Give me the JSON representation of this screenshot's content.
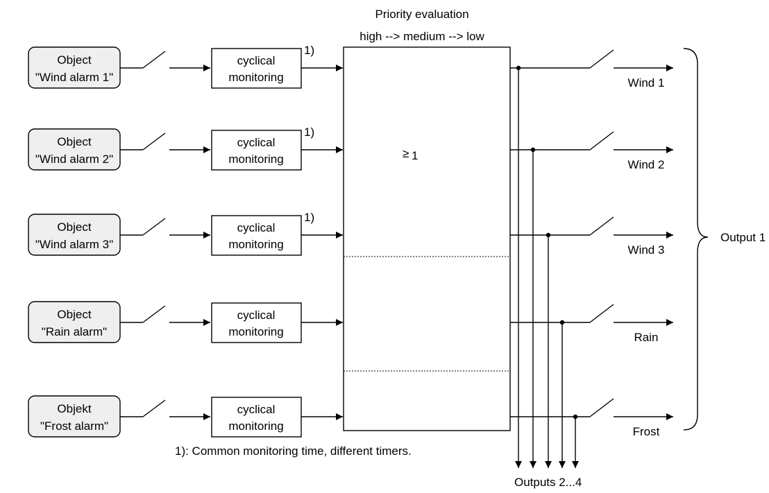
{
  "priority": {
    "title": "Priority evaluation",
    "order": "high --> medium --> low",
    "logic_symbol": "≥",
    "logic_value": "1"
  },
  "rows": [
    {
      "object_line1": "Object",
      "object_line2": "\"Wind alarm 1\"",
      "monitor_line1": "cyclical",
      "monitor_line2": "monitoring",
      "footnote_mark": "1)",
      "output": "Wind 1"
    },
    {
      "object_line1": "Object",
      "object_line2": "\"Wind alarm 2\"",
      "monitor_line1": "cyclical",
      "monitor_line2": "monitoring",
      "footnote_mark": "1)",
      "output": "Wind 2"
    },
    {
      "object_line1": "Object",
      "object_line2": "\"Wind alarm 3\"",
      "monitor_line1": "cyclical",
      "monitor_line2": "monitoring",
      "footnote_mark": "1)",
      "output": "Wind 3"
    },
    {
      "object_line1": "Object",
      "object_line2": "\"Rain alarm\"",
      "monitor_line1": "cyclical",
      "monitor_line2": "monitoring",
      "footnote_mark": "",
      "output": "Rain"
    },
    {
      "object_line1": "Objekt",
      "object_line2": "\"Frost alarm\"",
      "monitor_line1": "cyclical",
      "monitor_line2": "monitoring",
      "footnote_mark": "",
      "output": "Frost"
    }
  ],
  "group_output": "Output 1",
  "bottom_outputs": "Outputs 2...4",
  "footnote": "1): Common monitoring time, different timers."
}
